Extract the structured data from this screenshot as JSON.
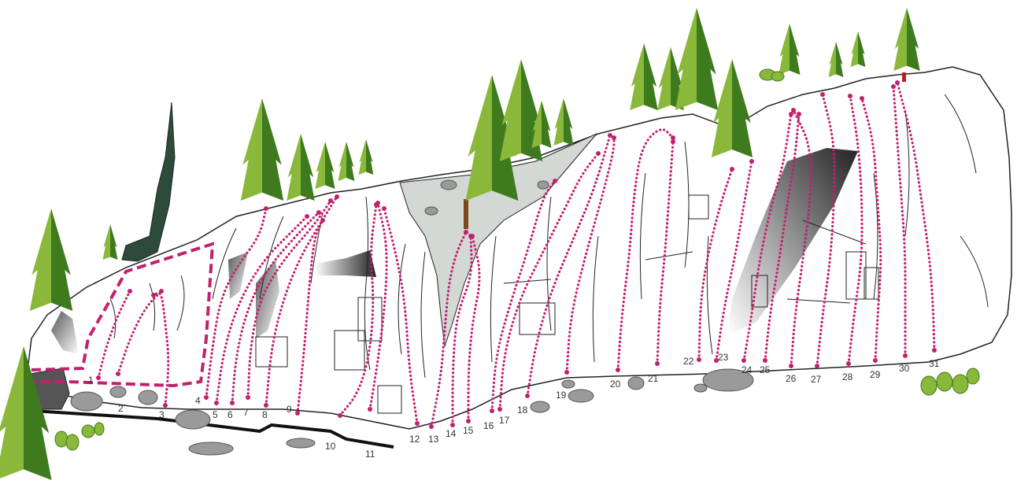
{
  "diagram": {
    "route_numbers": [
      "1",
      "2",
      "3",
      "4",
      "5",
      "6",
      "7",
      "8",
      "9",
      "10",
      "11",
      "12",
      "13",
      "14",
      "15",
      "16",
      "17",
      "18",
      "19",
      "20",
      "21",
      "22",
      "23",
      "24",
      "25",
      "26",
      "27",
      "28",
      "29",
      "30",
      "31"
    ]
  },
  "colors": {
    "route_line": "#c2206e",
    "rock_outline": "#222222",
    "rock_shade": "#d4d8d4",
    "tree_dark": "#3e7a1e",
    "tree_light": "#8ab83a",
    "boulder": "#9a9a9a",
    "path": "#111111"
  }
}
